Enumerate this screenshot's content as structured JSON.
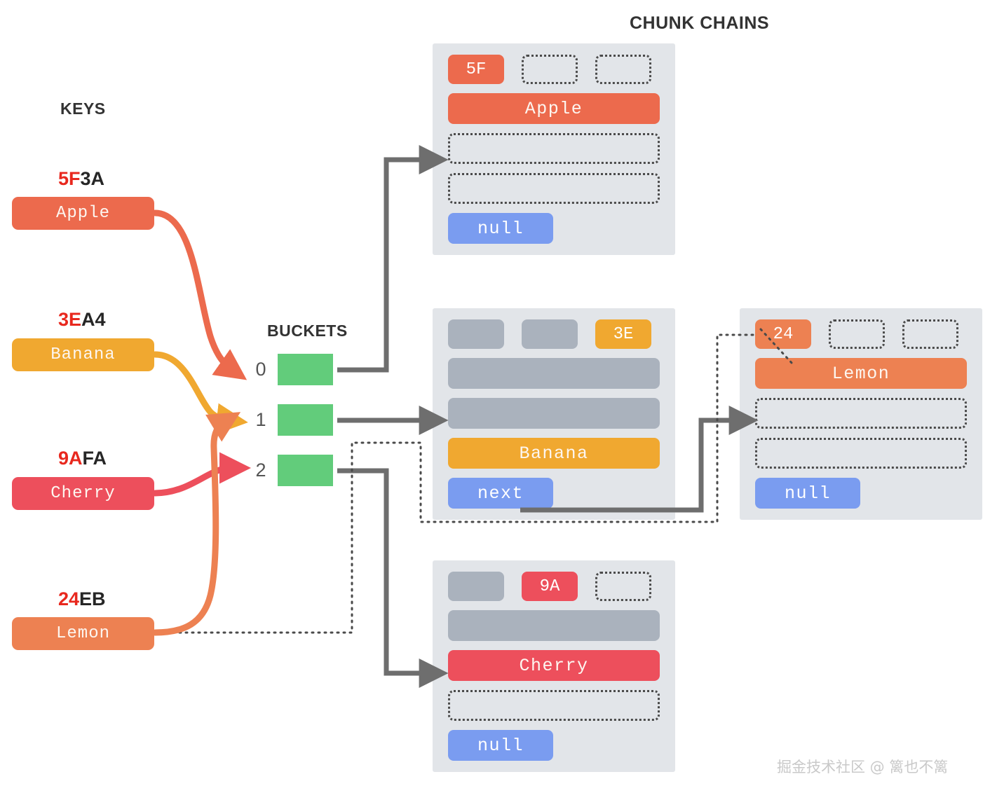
{
  "titles": {
    "chunks": "CHUNK CHAINS",
    "keys": "KEYS",
    "buckets": "BUCKETS"
  },
  "keys": [
    {
      "hex_prefix": "5F",
      "hex_rest": "3A",
      "label": "Apple",
      "color": "#ec6a4d"
    },
    {
      "hex_prefix": "3E",
      "hex_rest": "A4",
      "label": "Banana",
      "color": "#f0a830"
    },
    {
      "hex_prefix": "9A",
      "hex_rest": "FA",
      "label": "Cherry",
      "color": "#ed4f5c"
    },
    {
      "hex_prefix": "24",
      "hex_rest": "EB",
      "label": "Lemon",
      "color": "#ed8152"
    }
  ],
  "buckets": [
    {
      "index": "0",
      "color": "#62cc7b"
    },
    {
      "index": "1",
      "color": "#62cc7b"
    },
    {
      "index": "2",
      "color": "#62cc7b"
    }
  ],
  "chunks": [
    {
      "name": "chunk-apple",
      "tags": [
        {
          "text": "5F",
          "state": "filled",
          "color": "#ec6a4d"
        },
        {
          "text": "",
          "state": "empty",
          "color": ""
        },
        {
          "text": "",
          "state": "empty",
          "color": ""
        }
      ],
      "slots": [
        {
          "text": "Apple",
          "state": "filled",
          "color": "#ec6a4d"
        },
        {
          "text": "",
          "state": "empty",
          "color": ""
        },
        {
          "text": "",
          "state": "empty",
          "color": ""
        }
      ],
      "pointer": "null"
    },
    {
      "name": "chunk-banana",
      "tags": [
        {
          "text": "",
          "state": "gray",
          "color": "#aab2bd"
        },
        {
          "text": "",
          "state": "gray",
          "color": "#aab2bd"
        },
        {
          "text": "3E",
          "state": "filled",
          "color": "#f0a830"
        }
      ],
      "slots": [
        {
          "text": "",
          "state": "gray",
          "color": "#aab2bd"
        },
        {
          "text": "",
          "state": "gray",
          "color": "#aab2bd"
        },
        {
          "text": "Banana",
          "state": "filled",
          "color": "#f0a830"
        }
      ],
      "pointer": "next"
    },
    {
      "name": "chunk-lemon",
      "tags": [
        {
          "text": "24",
          "state": "filled",
          "color": "#ed8152"
        },
        {
          "text": "",
          "state": "empty",
          "color": ""
        },
        {
          "text": "",
          "state": "empty",
          "color": ""
        }
      ],
      "slots": [
        {
          "text": "Lemon",
          "state": "filled",
          "color": "#ed8152"
        },
        {
          "text": "",
          "state": "empty",
          "color": ""
        },
        {
          "text": "",
          "state": "empty",
          "color": ""
        }
      ],
      "pointer": "null"
    },
    {
      "name": "chunk-cherry",
      "tags": [
        {
          "text": "",
          "state": "gray",
          "color": "#aab2bd"
        },
        {
          "text": "9A",
          "state": "filled",
          "color": "#ed4f5c"
        },
        {
          "text": "",
          "state": "empty",
          "color": ""
        }
      ],
      "slots": [
        {
          "text": "",
          "state": "gray",
          "color": "#aab2bd"
        },
        {
          "text": "Cherry",
          "state": "filled",
          "color": "#ed4f5c"
        },
        {
          "text": "",
          "state": "empty",
          "color": ""
        }
      ],
      "pointer": "null"
    }
  ],
  "watermark": "掘金技术社区 @ 篱也不篱",
  "palette": {
    "connector": "#6e6e6e",
    "chunk_background": "#e2e5e9",
    "pointer_blue": "#7a9cf0",
    "gray_slot": "#aab2bd",
    "hex_highlight": "#e8281e"
  }
}
